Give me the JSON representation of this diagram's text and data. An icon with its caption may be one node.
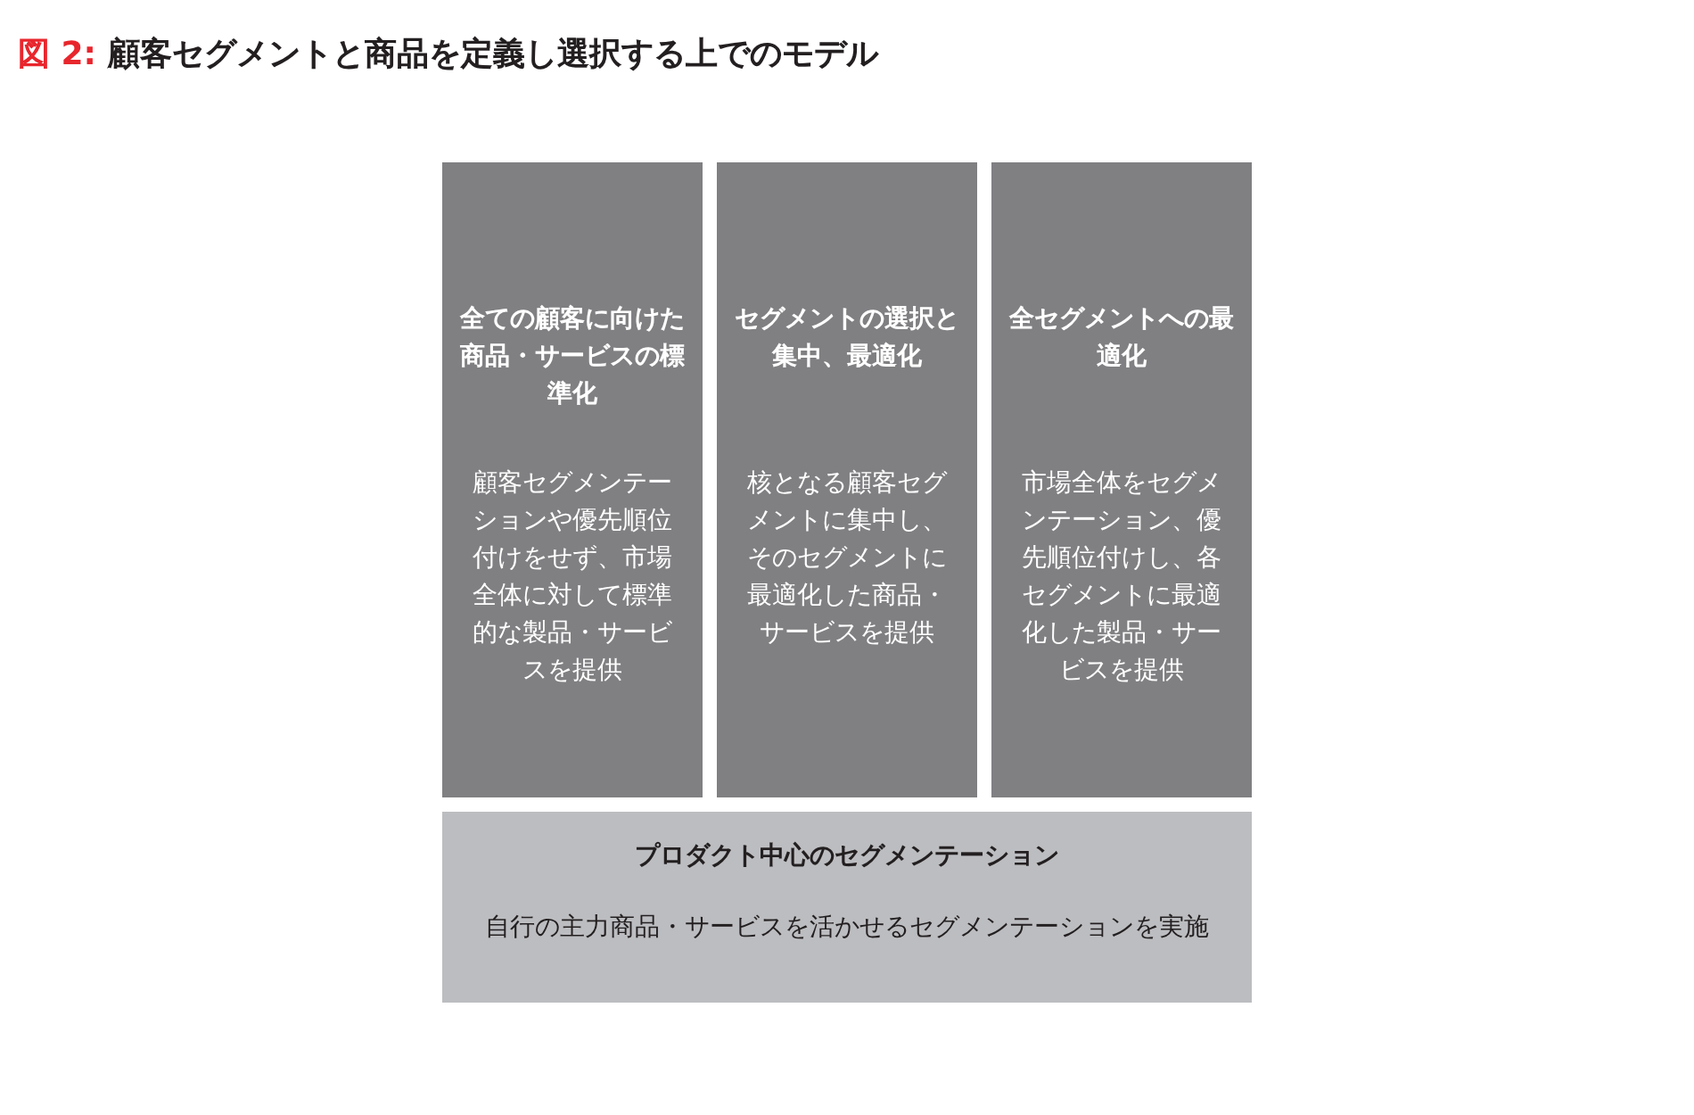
{
  "diagram": {
    "title": "図 2: 顧客セグメントと商品を定義し選択する上でのモデル",
    "nodes": [
      {
        "text": [
          "全ての顧客に向けた商品・サービスの標準化",
          "顧客セグメンテーションや優先順位付けをせず、市場全体に対して標準的な製品・サービスを提供"
        ]
      },
      {
        "text": [
          "セグメントの選択と集中、最適化",
          "核となる顧客セグメントに集中し、そのセグメントに最適化した商品・サービスを提供"
        ]
      },
      {
        "text": [
          "全セグメントへの最適化",
          "市場全体をセグメンテーション、優先順位付けし、各セグメントに最適化した製品・サービスを提供"
        ]
      },
      {
        "text": [
          "プロダクト中心のセグメンテーション",
          "自行の主力商品・サービスを活かせるセグメンテーションを実施"
        ]
      }
    ]
  }
}
